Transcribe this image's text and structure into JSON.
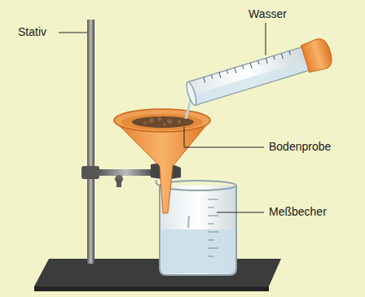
{
  "diagram": {
    "labels": [
      "Stativ",
      "Wasser",
      "Bodenprobe",
      "Meßbecher"
    ]
  }
}
